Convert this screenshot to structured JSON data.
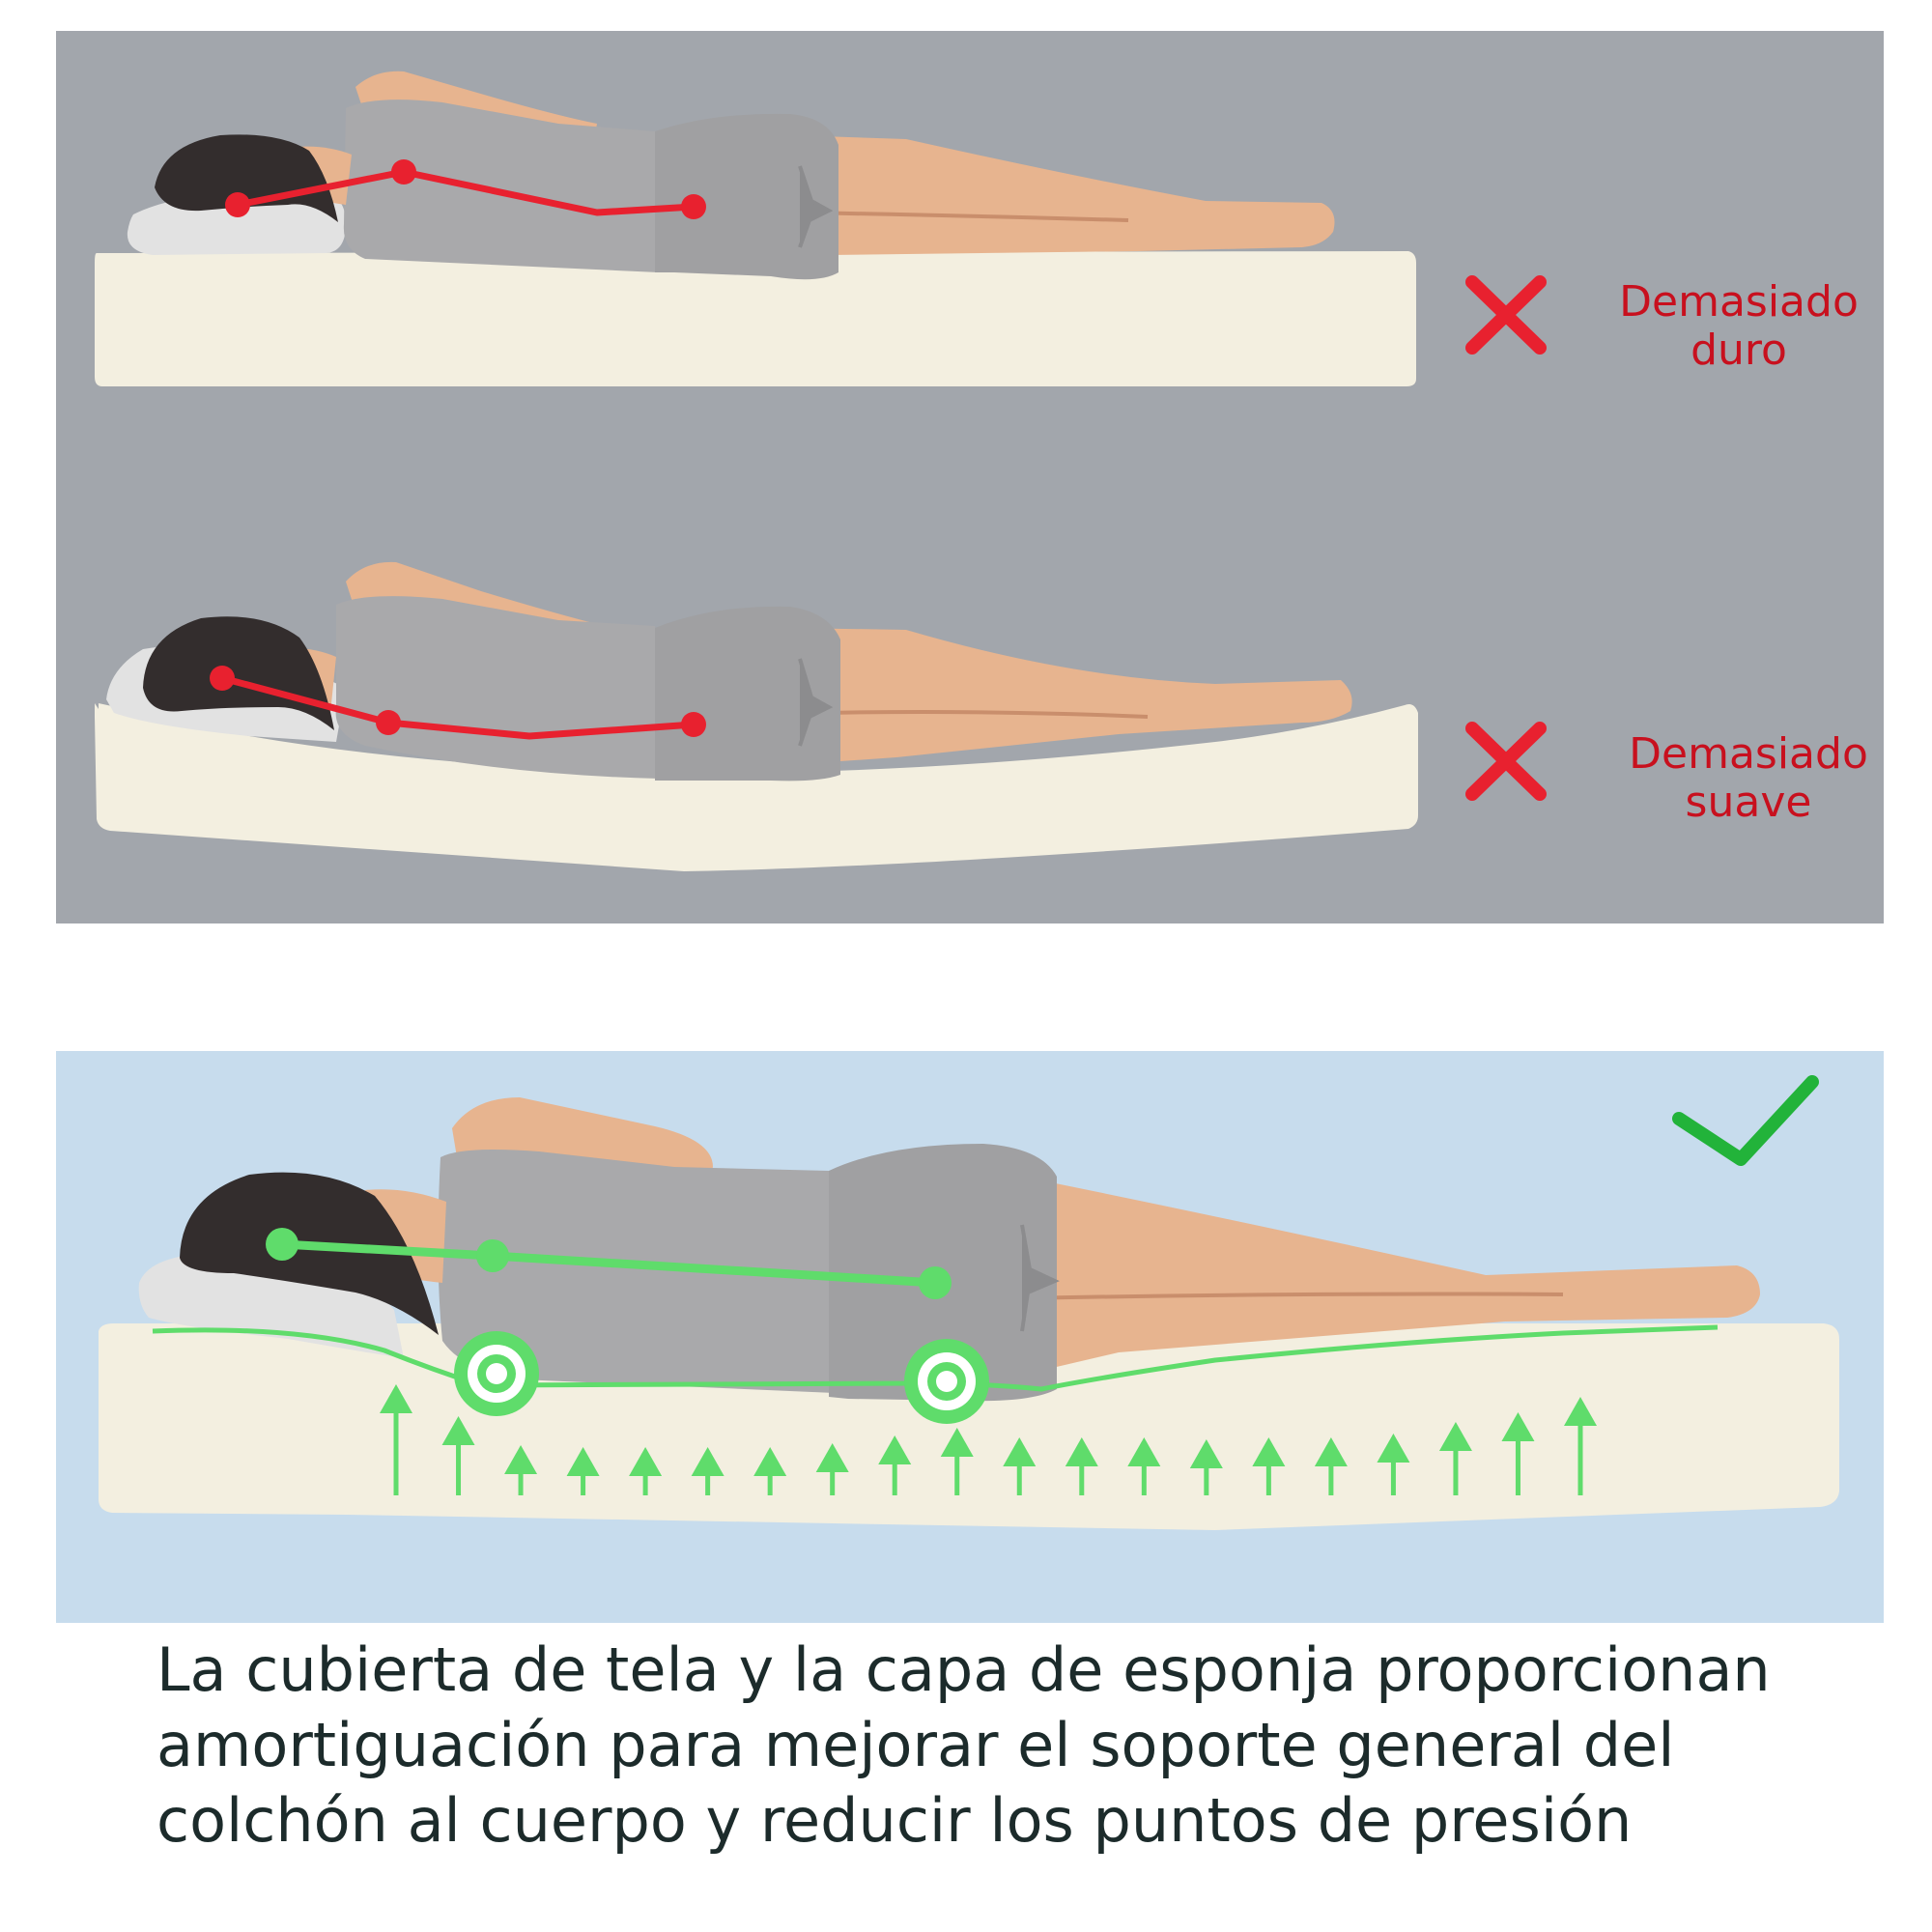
{
  "panels": {
    "too_hard": {
      "label_lines": [
        "Demasiado",
        "duro"
      ],
      "verdict": "cross",
      "spine_color": "#e8212f"
    },
    "too_soft": {
      "label_lines": [
        "Demasiado",
        "suave"
      ],
      "verdict": "cross",
      "spine_color": "#e8212f"
    },
    "correct": {
      "verdict": "check",
      "spine_color": "#5fdc6b",
      "support_arrow_count": 20
    }
  },
  "colors": {
    "bad_background": "#a2a6ac",
    "good_background": "#c7dced",
    "mattress": "#f3efe0",
    "skin": "#e7b48f",
    "clothing": "#a9a9ab",
    "hair": "#332d2d",
    "pillow": "#e2e2e2",
    "cross": "#e8212f",
    "check": "#22b33a",
    "text": "#1c2b2b"
  },
  "icons": [
    "cross-icon",
    "check-icon",
    "support-arrow-icon",
    "pressure-point-icon"
  ],
  "caption_lines": [
    "La cubierta de tela y la capa de esponja proporcionan",
    "amortiguación para mejorar el soporte general del",
    "colchón al cuerpo y reducir los puntos de presión"
  ]
}
